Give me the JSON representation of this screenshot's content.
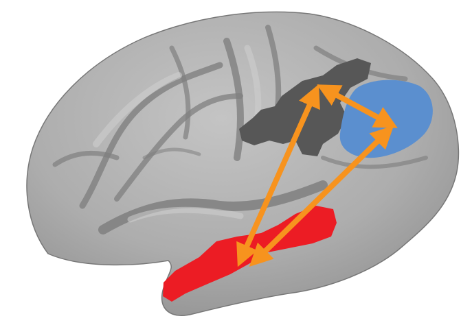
{
  "figure": {
    "kind": "inflated cortical surface, lateral view",
    "background_color": "#ffffff"
  },
  "colors": {
    "cortex_base": "#a9a9a9",
    "cortex_light": "#bdbdbd",
    "sulcus_dark": "#7d7d7d",
    "outline": "#6f6f6f",
    "dark_region": "#575757",
    "blue_region": "#5b8fcf",
    "red_region": "#ec1c24",
    "arrow": "#f7931e"
  },
  "regions": [
    {
      "id": "dark-gray-region",
      "color_key": "dark_region"
    },
    {
      "id": "blue-region",
      "color_key": "blue_region"
    },
    {
      "id": "red-region",
      "color_key": "red_region"
    }
  ],
  "connections": [
    {
      "from": "dark-gray-region",
      "to": "blue-region",
      "style": "double-headed arrow"
    },
    {
      "from": "dark-gray-region",
      "to": "red-region",
      "style": "double-headed arrow"
    },
    {
      "from": "blue-region",
      "to": "red-region",
      "style": "double-headed arrow"
    }
  ]
}
